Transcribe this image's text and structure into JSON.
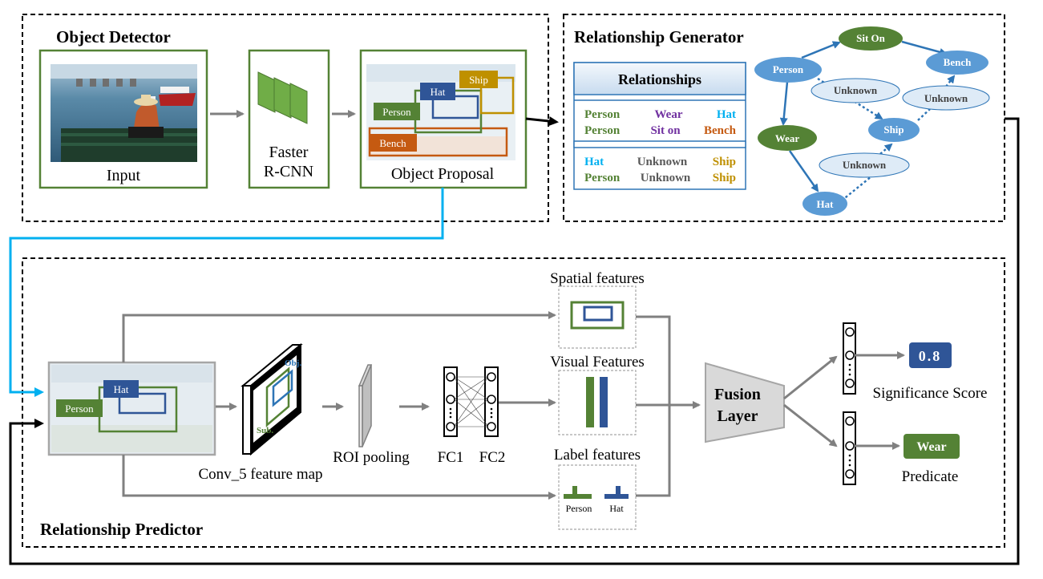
{
  "sections": {
    "object_detector": "Object Detector",
    "relationship_generator": "Relationship Generator",
    "relationship_predictor": "Relationship Predictor"
  },
  "detector": {
    "input_label": "Input",
    "faster_rcnn_line1": "Faster",
    "faster_rcnn_line2": "R-CNN",
    "proposal_label": "Object Proposal",
    "boxes": {
      "person": "Person",
      "hat": "Hat",
      "ship": "Ship",
      "bench": "Bench"
    }
  },
  "relationships_table": {
    "header": "Relationships",
    "known": [
      {
        "subject": "Person",
        "predicate": "Wear",
        "object": "Hat"
      },
      {
        "subject": "Person",
        "predicate": "Sit on",
        "object": "Bench"
      }
    ],
    "unknown": [
      {
        "subject": "Hat",
        "predicate": "Unknown",
        "object": "Ship"
      },
      {
        "subject": "Person",
        "predicate": "Unknown",
        "object": "Ship"
      }
    ]
  },
  "graph": {
    "nodes": {
      "person": "Person",
      "sit_on": "Sit On",
      "bench": "Bench",
      "unknown1": "Unknown",
      "unknown2": "Unknown",
      "ship": "Ship",
      "wear": "Wear",
      "unknown3": "Unknown",
      "hat": "Hat"
    }
  },
  "predictor": {
    "boxes": {
      "person": "Person",
      "hat": "Hat",
      "obj": "Obj.",
      "sub": "Sub."
    },
    "conv5_label": "Conv_5 feature map",
    "roi_label": "ROI pooling",
    "fc1_label": "FC1",
    "fc2_label": "FC2",
    "spatial_label": "Spatial features",
    "visual_label": "Visual Features",
    "label_features_label": "Label features",
    "label_person": "Person",
    "label_hat": "Hat",
    "fusion_line1": "Fusion",
    "fusion_line2": "Layer",
    "score_value": "0.8",
    "score_label": "Significance Score",
    "predicate_value": "Wear",
    "predicate_label": "Predicate"
  },
  "colors": {
    "green": "#548235",
    "blue": "#2f5597",
    "orange": "#c55a11",
    "gold": "#bf9000",
    "purple": "#7030a0",
    "cyan": "#00b0f0",
    "node_blue": "#5b9bd5",
    "node_light": "#deebf7",
    "arrow_gray": "#808080"
  }
}
